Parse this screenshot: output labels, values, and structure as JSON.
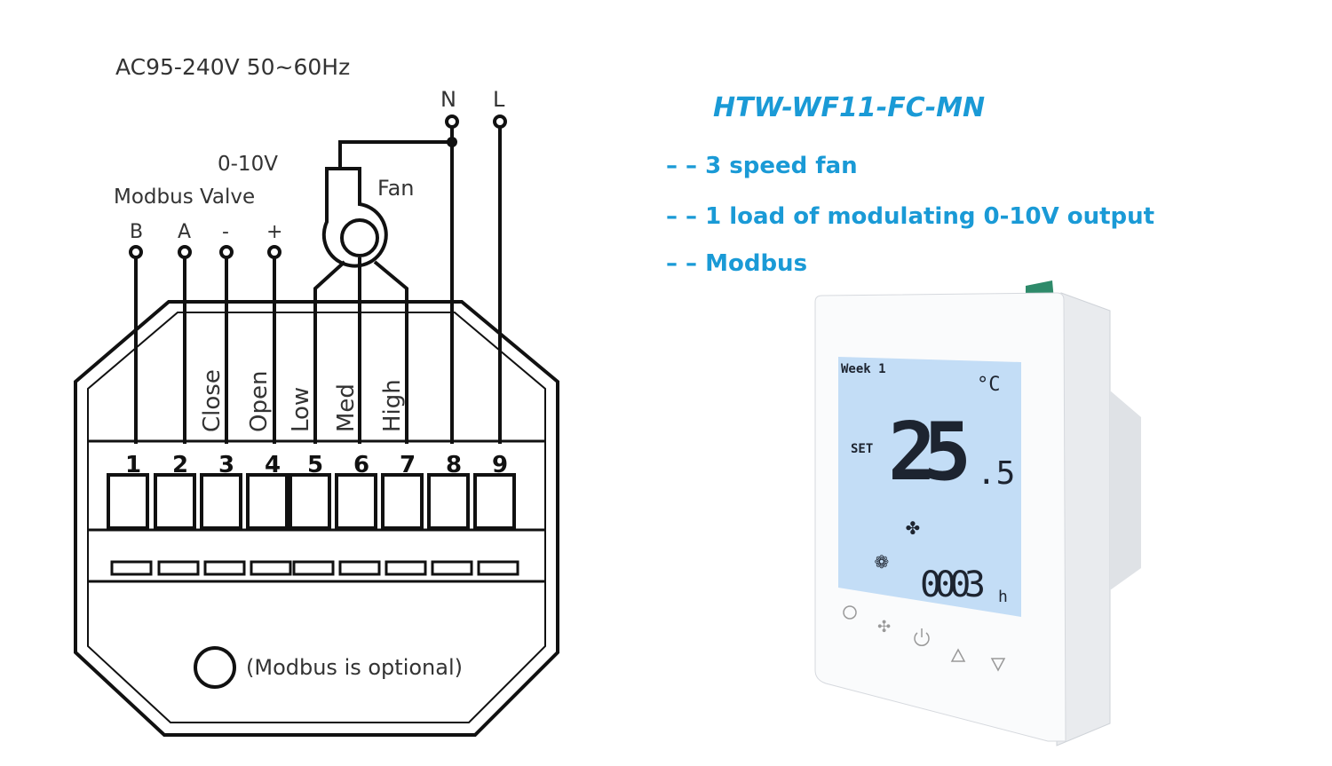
{
  "diagram": {
    "supply": "AC95-240V  50~60Hz",
    "neutral": "N",
    "live": "L",
    "fan_label": "Fan",
    "valve_top": "0-10V",
    "modbus_valve": "Modbus Valve",
    "pins": [
      "B",
      "A",
      "-",
      "+"
    ],
    "terminal_numbers": [
      "1",
      "2",
      "3",
      "4",
      "5",
      "6",
      "7",
      "8",
      "9"
    ],
    "terminal_functions": [
      "Close",
      "Open",
      "Low",
      "Med",
      "High"
    ],
    "modbus_note": "(Modbus is optional)"
  },
  "product": {
    "model": "HTW-WF11-FC-MN",
    "features": [
      "– – 3 speed fan",
      "– – 1 load of modulating 0-10V output",
      "– – Modbus"
    ],
    "colors": {
      "accent": "#1a9ad6",
      "lcd": "#c3ddf6",
      "tab": "#2e8a6a"
    }
  },
  "display": {
    "week": "Week  1",
    "set": "SET",
    "temp_int": "25",
    "temp_dec": ".5",
    "unit": "°C",
    "timer": "0003",
    "timer_unit": "h"
  }
}
